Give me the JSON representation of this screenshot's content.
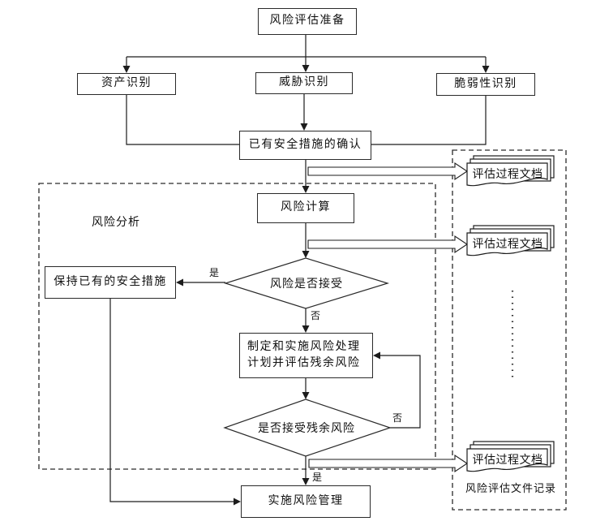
{
  "diagram": {
    "nodes": {
      "prepare": "风险评估准备",
      "asset": "资产识别",
      "threat": "威胁识别",
      "vulnerability": "脆弱性识别",
      "confirm_existing": "已有安全措施的确认",
      "risk_calc": "风险计算",
      "risk_accept_q": "风险是否接受",
      "keep_measures": "保持已有的安全措施",
      "treatment": "制定和实施风险处理计划并评估残余风险",
      "residual_q": "是否接受残余风险",
      "implement": "实施风险管理"
    },
    "decision_labels": {
      "yes1": "是",
      "no1": "否",
      "no2": "否",
      "yes2": "是"
    },
    "region_labels": {
      "risk_analysis": "风险分析",
      "file_record": "风险评估文件记录"
    },
    "documents": [
      {
        "label": "评估过程文档"
      },
      {
        "label": "评估过程文档"
      },
      {
        "label": "评估过程文档"
      }
    ],
    "colors": {
      "line": "#1c1c1c",
      "text": "#111111",
      "background": "#ffffff"
    }
  }
}
